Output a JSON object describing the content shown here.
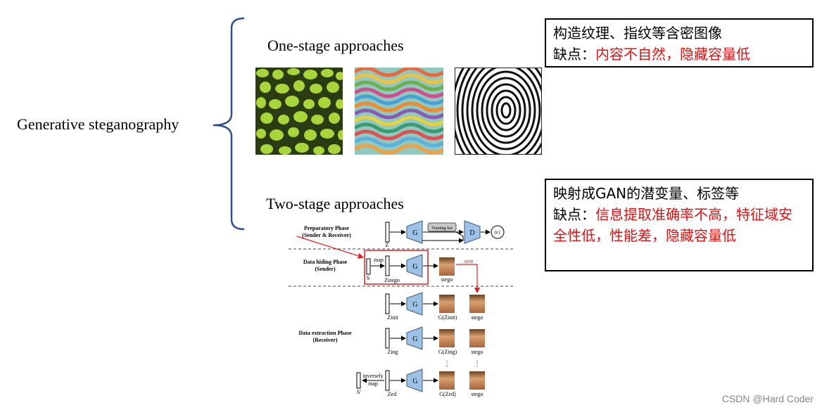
{
  "root_label": "Generative steganography",
  "one_stage": {
    "title": "One-stage approaches",
    "box_line1": "构造纹理、指纹等含密图像",
    "box_line2_prefix": "缺点：",
    "box_line2_red": "内容不自然，隐藏容量低"
  },
  "two_stage": {
    "title": "Two-stage approaches",
    "box_line1": "映射成GAN的潜变量、标签等",
    "box_line2_prefix": "缺点：",
    "box_line2_red": "信息提取准确率不高，特征域安全性低，性能差，隐藏容量低"
  },
  "diagram": {
    "phase1": "Preparatory Phase",
    "phase1_sub": "(Sender & Receiver)",
    "phase2": "Data hiding Phase",
    "phase2_sub": "(Sender)",
    "phase3": "Data extraction Phase",
    "phase3_sub": "(Receiver)",
    "g": "G",
    "d": "D",
    "training_set": "Training Set",
    "output": "0/1",
    "z": "Z",
    "s": "S",
    "s_prime": "S'",
    "map": "map",
    "inversely": "inversely",
    "sent": "sent",
    "stego": "stego",
    "z_stego": "Zstego",
    "z_init": "Zinit",
    "z_ing": "Zing",
    "z_ed": "Zed",
    "g_init": "G(Zinit)",
    "g_ing": "G(Zing)",
    "g_ed": "G(Zed)",
    "dots": "⋮"
  },
  "watermark": "CSDN @Hard Coder"
}
